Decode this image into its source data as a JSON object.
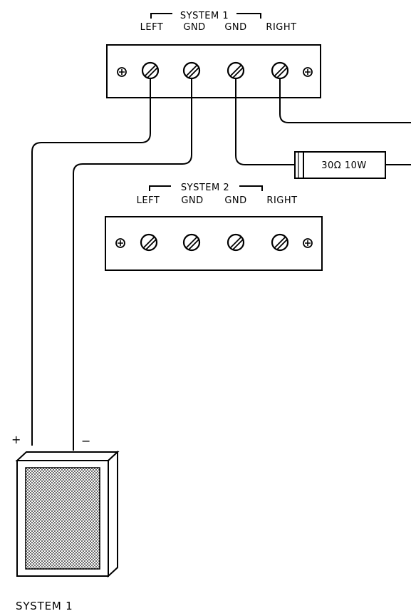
{
  "system1_block": {
    "title": "SYSTEM 1",
    "terminals": [
      "LEFT",
      "GND",
      "GND",
      "RIGHT"
    ]
  },
  "system2_block": {
    "title": "SYSTEM 2",
    "terminals": [
      "LEFT",
      "GND",
      "GND",
      "RIGHT"
    ]
  },
  "resistor": {
    "label": "30Ω 10W"
  },
  "speaker": {
    "plus_label": "+",
    "minus_label": "−",
    "caption": "SYSTEM 1"
  }
}
